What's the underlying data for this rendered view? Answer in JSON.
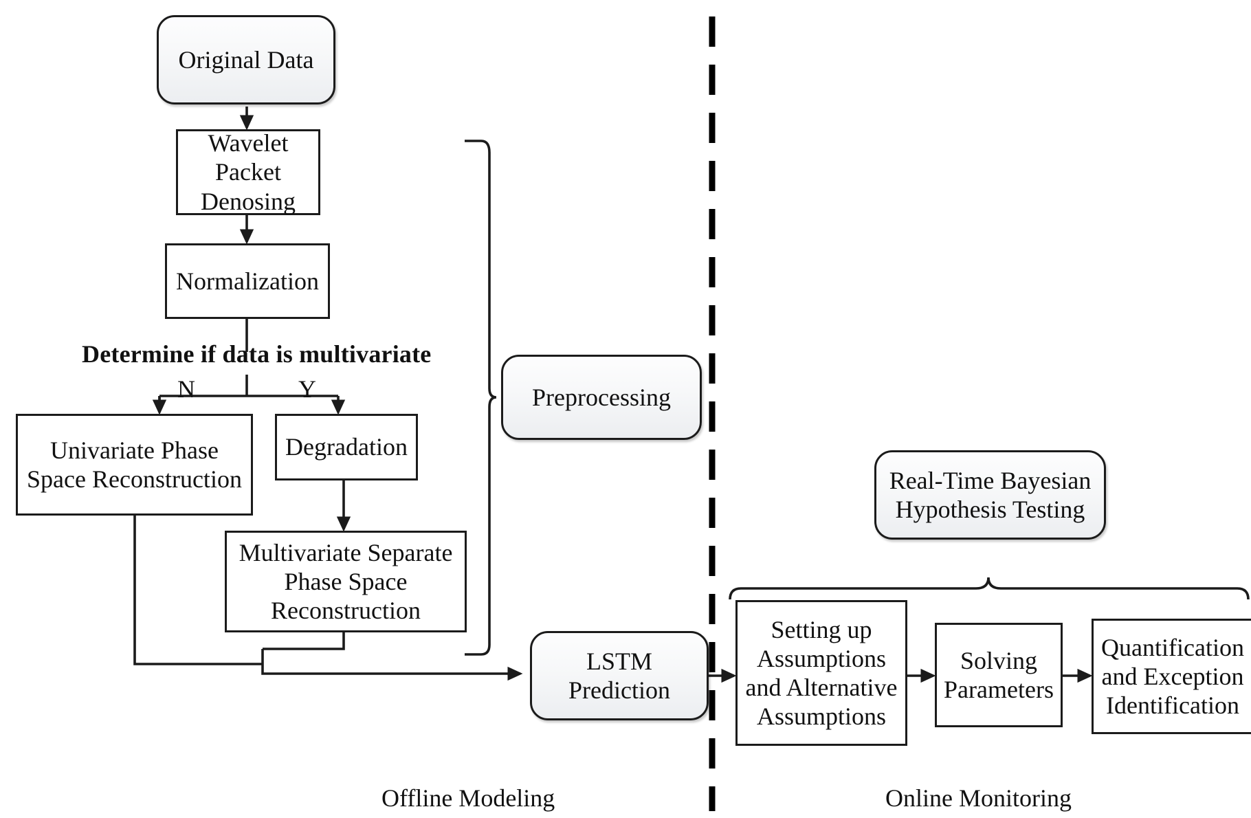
{
  "diagram": {
    "title": "Offline Modeling and Online Monitoring Flowchart",
    "divider": {
      "name": "vertical-dashed-divider",
      "style": "dashed",
      "color": "#000000"
    },
    "colors": {
      "stroke": "#1b1b1b",
      "rounded_fill_top": "#fdfdfe",
      "rounded_fill_bottom": "#eceef1",
      "rect_fill": "#ffffff",
      "text": "#111111"
    }
  },
  "nodes": {
    "original_data": {
      "label": "Original Data",
      "shape": "rounded"
    },
    "wavelet": {
      "line1": "Wavelet",
      "line2": "Packet",
      "line3": "Denosing",
      "shape": "rect"
    },
    "normalization": {
      "label": "Normalization",
      "shape": "rect"
    },
    "univariate": {
      "line1": "Univariate Phase",
      "line2": "Space Reconstruction",
      "shape": "rect"
    },
    "degradation": {
      "label": "Degradation",
      "shape": "rect"
    },
    "multivariate": {
      "line1": "Multivariate Separate",
      "line2": "Phase Space",
      "line3": "Reconstruction",
      "shape": "rect"
    },
    "preprocessing": {
      "label": "Preprocessing",
      "shape": "rounded"
    },
    "lstm": {
      "line1": "LSTM",
      "line2": "Prediction",
      "shape": "rounded"
    },
    "bayesian": {
      "line1": "Real-Time Bayesian",
      "line2": "Hypothesis Testing",
      "shape": "rounded"
    },
    "assumptions": {
      "line1": "Setting up",
      "line2": "Assumptions",
      "line3": "and Alternative",
      "line4": "Assumptions",
      "shape": "rect"
    },
    "solving": {
      "line1": "Solving",
      "line2": "Parameters",
      "shape": "rect"
    },
    "quantification": {
      "line1": "Quantification",
      "line2": "and Exception",
      "line3": "Identification",
      "shape": "rect"
    }
  },
  "decision": {
    "question": "Determine if data is multivariate",
    "branch_no": "N",
    "branch_yes": "Y"
  },
  "zones": {
    "offline": "Offline Modeling",
    "online": "Online Monitoring"
  }
}
